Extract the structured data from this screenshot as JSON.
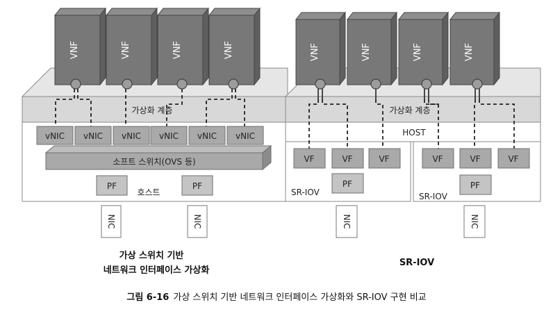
{
  "left": {
    "vnf_label": "VNF",
    "virt_layer_label": "가상화 계층",
    "vnic_label": "vNIC",
    "vswitch_label": "소프트 스위치(OVS 등)",
    "pf_label": "PF",
    "host_label": "호스트",
    "nic_label": "NIC",
    "caption_line1": "가상 스위치 기반",
    "caption_line2": "네트워크 인터페이스 가상화"
  },
  "right": {
    "vnf_label": "VNF",
    "virt_layer_label": "가상화 계층",
    "host_label": "HOST",
    "vf_label": "VF",
    "pf_label": "PF",
    "sriov_label": "SR-IOV",
    "nic_label": "NIC",
    "caption": "SR-IOV"
  },
  "figure": {
    "number": "그림 6-16",
    "title": "가상 스위치 기반 네트워크 인터페이스 가상화와 SR-IOV 구현 비교"
  }
}
